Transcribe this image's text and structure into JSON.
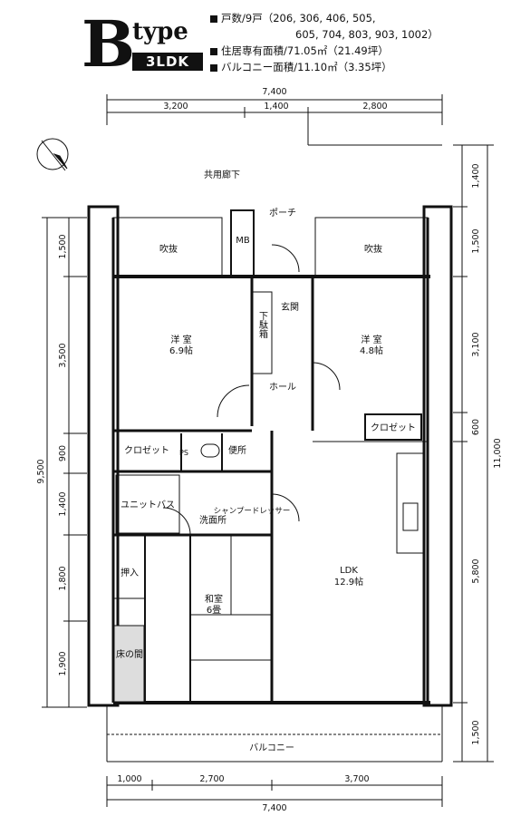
{
  "header": {
    "letter": "B",
    "type_word": "type",
    "layout_badge": "3LDK",
    "specs": [
      "戸数/9戸（206, 306, 406, 505,",
      "605, 704, 803, 903, 1002）",
      "住居専有面積/71.05㎡（21.49坪）",
      "バルコニー面積/11.10㎡（3.35坪）"
    ]
  },
  "rooms": {
    "corridor": "共用廊下",
    "porch": "ポーチ",
    "mb": "MB",
    "void_left": "吹抜",
    "void_right": "吹抜",
    "entrance": "玄関",
    "shoe_box": "下駄箱",
    "hall": "ホール",
    "west_room_name": "洋 室",
    "west_room_size": "6.9帖",
    "east_room_name": "洋 室",
    "east_room_size": "4.8帖",
    "closet_left": "クロゼット",
    "closet_right": "クロゼット",
    "ps": "PS",
    "toilet": "便所",
    "unit_bath": "ユニットバス",
    "washroom": "洗面所",
    "shampoo_dresser": "シャンプードレッサー",
    "oshiire": "押入",
    "tokonoma": "床の間",
    "washitsu_name": "和室",
    "washitsu_size": "6畳",
    "ldk_name": "LDK",
    "ldk_size": "12.9帖",
    "balcony": "バルコニー"
  },
  "dimensions": {
    "top_total": "7,400",
    "top_segments": [
      "3,200",
      "1,400",
      "2,800"
    ],
    "bottom_total": "7,400",
    "bottom_segments": [
      "1,000",
      "2,700",
      "3,700"
    ],
    "left_total": "9,500",
    "left_segments": [
      "1,500",
      "3,500",
      "900",
      "1,400",
      "1,800",
      "1,900"
    ],
    "right_total": "11,000",
    "right_segments": [
      "1,400",
      "1,500",
      "3,100",
      "600",
      "5,800",
      "1,500"
    ]
  }
}
